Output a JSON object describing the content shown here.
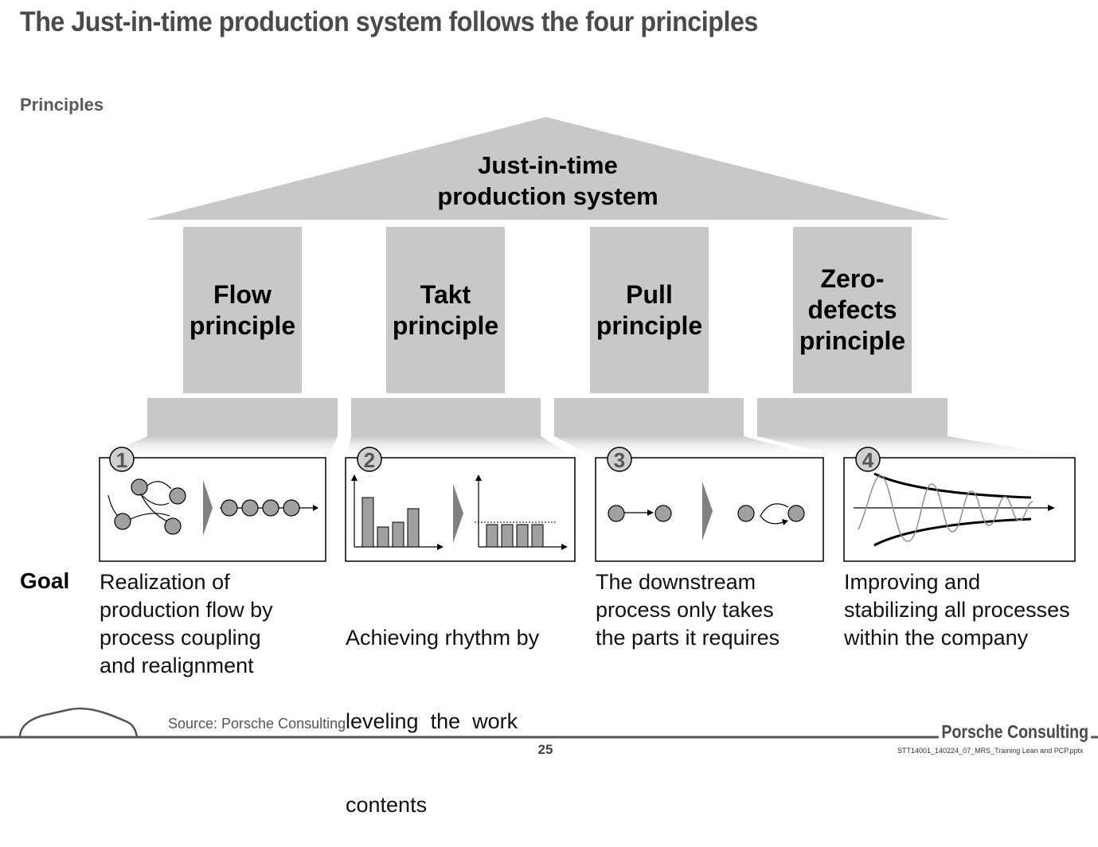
{
  "title": "The Just-in-time production system follows the four principles",
  "subtitle": "Principles",
  "roof": {
    "line1": "Just-in-time",
    "line2": "production system"
  },
  "principles": [
    {
      "number": "1",
      "lines": [
        "Flow",
        "principle"
      ],
      "goal": [
        "Realization of",
        "production flow by",
        "process coupling",
        "and realignment"
      ]
    },
    {
      "number": "2",
      "lines": [
        "Takt",
        "principle"
      ],
      "goal": [
        "Achieving rhythm by",
        "leveling  the  work",
        "contents"
      ]
    },
    {
      "number": "3",
      "lines": [
        "Pull",
        "principle"
      ],
      "goal": [
        "The downstream",
        "process only takes",
        "the parts it requires"
      ]
    },
    {
      "number": "4",
      "lines": [
        "Zero-",
        "defects",
        "principle"
      ],
      "goal": [
        "Improving and",
        "stabilizing all processes",
        "within the company"
      ]
    }
  ],
  "goal_label": "Goal",
  "source": "Source:  Porsche Consulting",
  "page_number": "25",
  "brand": "Porsche Consulting",
  "file_name": "STT14001_140224_07_MRS_Training Lean and PCP.pptx",
  "colors": {
    "pillar": "#c8c8c8",
    "title": "#4a4a4a",
    "icon_fill": "#a0a0a0",
    "chevron": "#808080"
  }
}
